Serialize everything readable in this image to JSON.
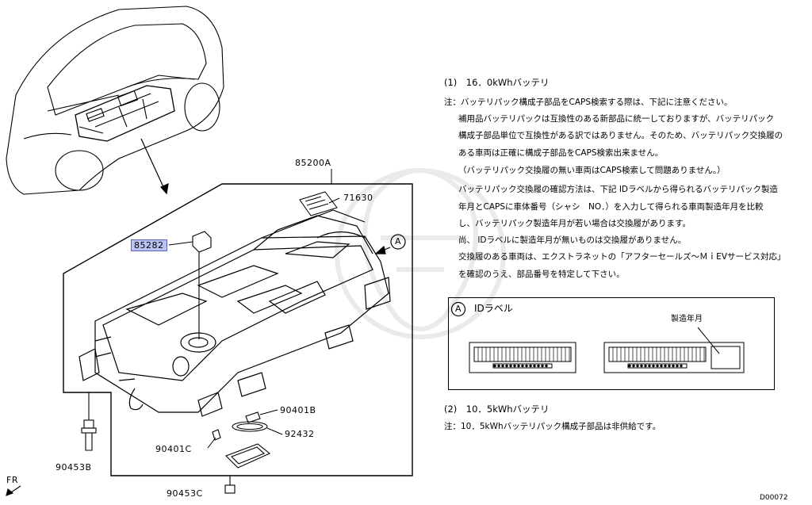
{
  "part_labels": {
    "main": "85200A",
    "label_tag": "71630",
    "highlighted": "85282",
    "gasket_a": "90401B",
    "gasket_b": "92432",
    "cover": "90401C",
    "bolt_left": "90453B",
    "bolt_bottom": "90453C"
  },
  "callout_marker": "A",
  "front_marker": "FR",
  "diagram_code": "D00072",
  "notes": {
    "section1_title": "(1)　16．0kWhバッテリ",
    "lines": [
      "注：バッテリパック構成子部品をCAPS検索する際は、下記に注意ください。",
      "補用品バッテリパックは互換性のある新部品に統一しておりますが、バッテリパック",
      "構成子部品単位で互換性がある訳ではありません。そのため、バッテリパック交換履の",
      "ある車両は正確に構成子部品をCAPS検索出来ません。",
      "（バッテリパック交換履の無い車両はCAPS検索して問題ありません。）",
      "バッテリパック交換履の確認方法は、下記 IDラベルから得られるバッテリパック製造",
      "年月とCAPSに車体番号（シャシ　NO．）を入力して得られる車両製造年月を比較",
      "し、バッテリパック製造年月が若い場合は交換履があります。",
      "尚、 IDラベルに製造年月が無いものは交換履がありません。",
      "交換履のある車両は、エクストラネットの「アフターセールズ〜ＭｉEVサービス対応」",
      "を確認のうえ、部品番号を特定して下さい。"
    ],
    "id_box_marker": "A",
    "id_box_title": "IDラベル",
    "id_box_date_label": "製造年月",
    "section2_title": "(2)　10．5kWhバッテリ",
    "section2_note": "注：10．5kWhバッテリパック構成子部品は非供給です。"
  }
}
